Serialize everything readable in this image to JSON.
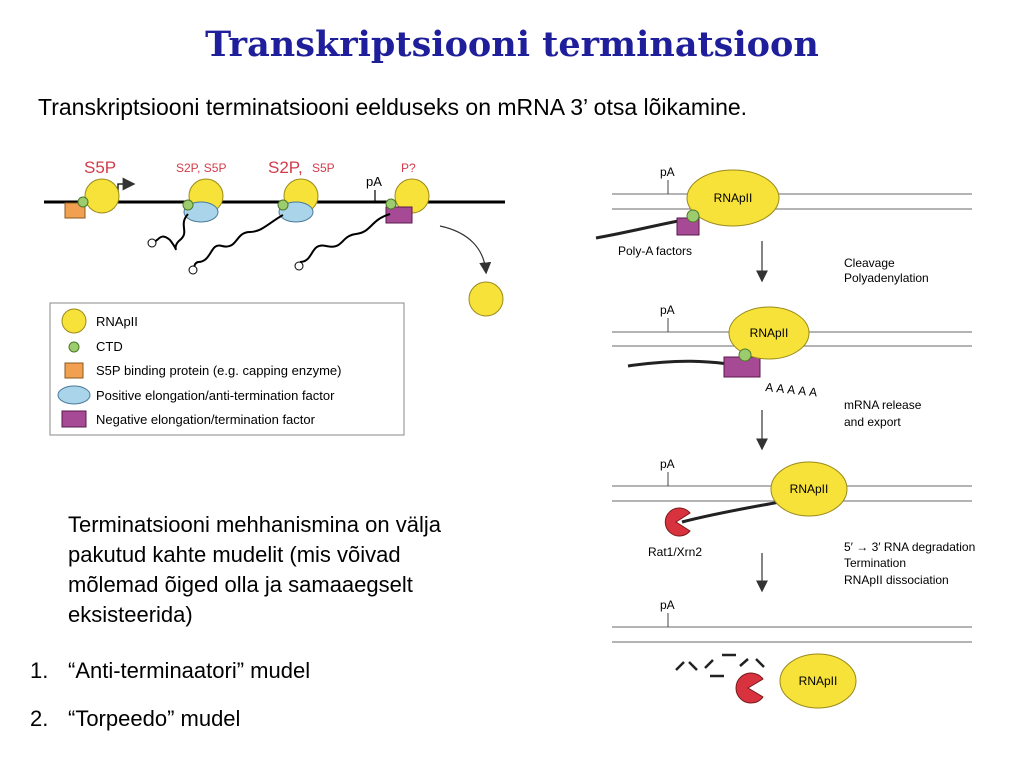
{
  "title": "Transkriptsiooni terminatsioon",
  "subtitle": "Transkriptsiooni terminatsiooni eelduseks on mRNA 3’ otsa lõikamine.",
  "intro": "Terminatsiooni mehhanismina on välja pakutud kahte mudelit (mis võivad mõlemad õiged olla ja samaaegselt eksisteerida)",
  "models": [
    {
      "num": "1.",
      "text": "“Anti-terminaatori” mudel"
    },
    {
      "num": "2.",
      "text": "“Torpeedo” mudel"
    }
  ],
  "left_diagram": {
    "state_labels": {
      "s5p": "S5P",
      "s2p_s5p_small": "S2P, S5P",
      "s2p": "S2P,",
      "s5p_small": "S5P",
      "pa": "pA",
      "p_q": "P?"
    },
    "legend": [
      {
        "icon": "rnapii",
        "label": "RNApII"
      },
      {
        "icon": "ctd",
        "label": "CTD"
      },
      {
        "icon": "s5p-binding",
        "label": "S5P binding protein (e.g. capping enzyme)"
      },
      {
        "icon": "positive-factor",
        "label": "Positive elongation/anti-termination factor"
      },
      {
        "icon": "negative-factor",
        "label": "Negative elongation/termination factor"
      }
    ]
  },
  "right_diagram": {
    "rnapii": "RNApII",
    "pa": "pA",
    "poly_a_factors": "Poly-A factors",
    "step1": [
      "Cleavage",
      "Polyadenylation"
    ],
    "poly_a_tail": "AAAAA",
    "step2": [
      "mRNA release",
      "and export"
    ],
    "rat1": "Rat1/Xrn2",
    "step3": [
      "5′ → 3′ RNA degradation",
      "Termination",
      "RNApII dissociation"
    ]
  },
  "colors": {
    "title": "#1f1f9c",
    "rnapii_fill": "#f7e23a",
    "ctd_fill": "#9ccc6e",
    "s5p_binding_fill": "#f0a050",
    "positive_fill": "#a9d4ea",
    "negative_fill": "#a64a96",
    "state_label": "#d23c4a",
    "rat1_fill": "#d8323e"
  }
}
